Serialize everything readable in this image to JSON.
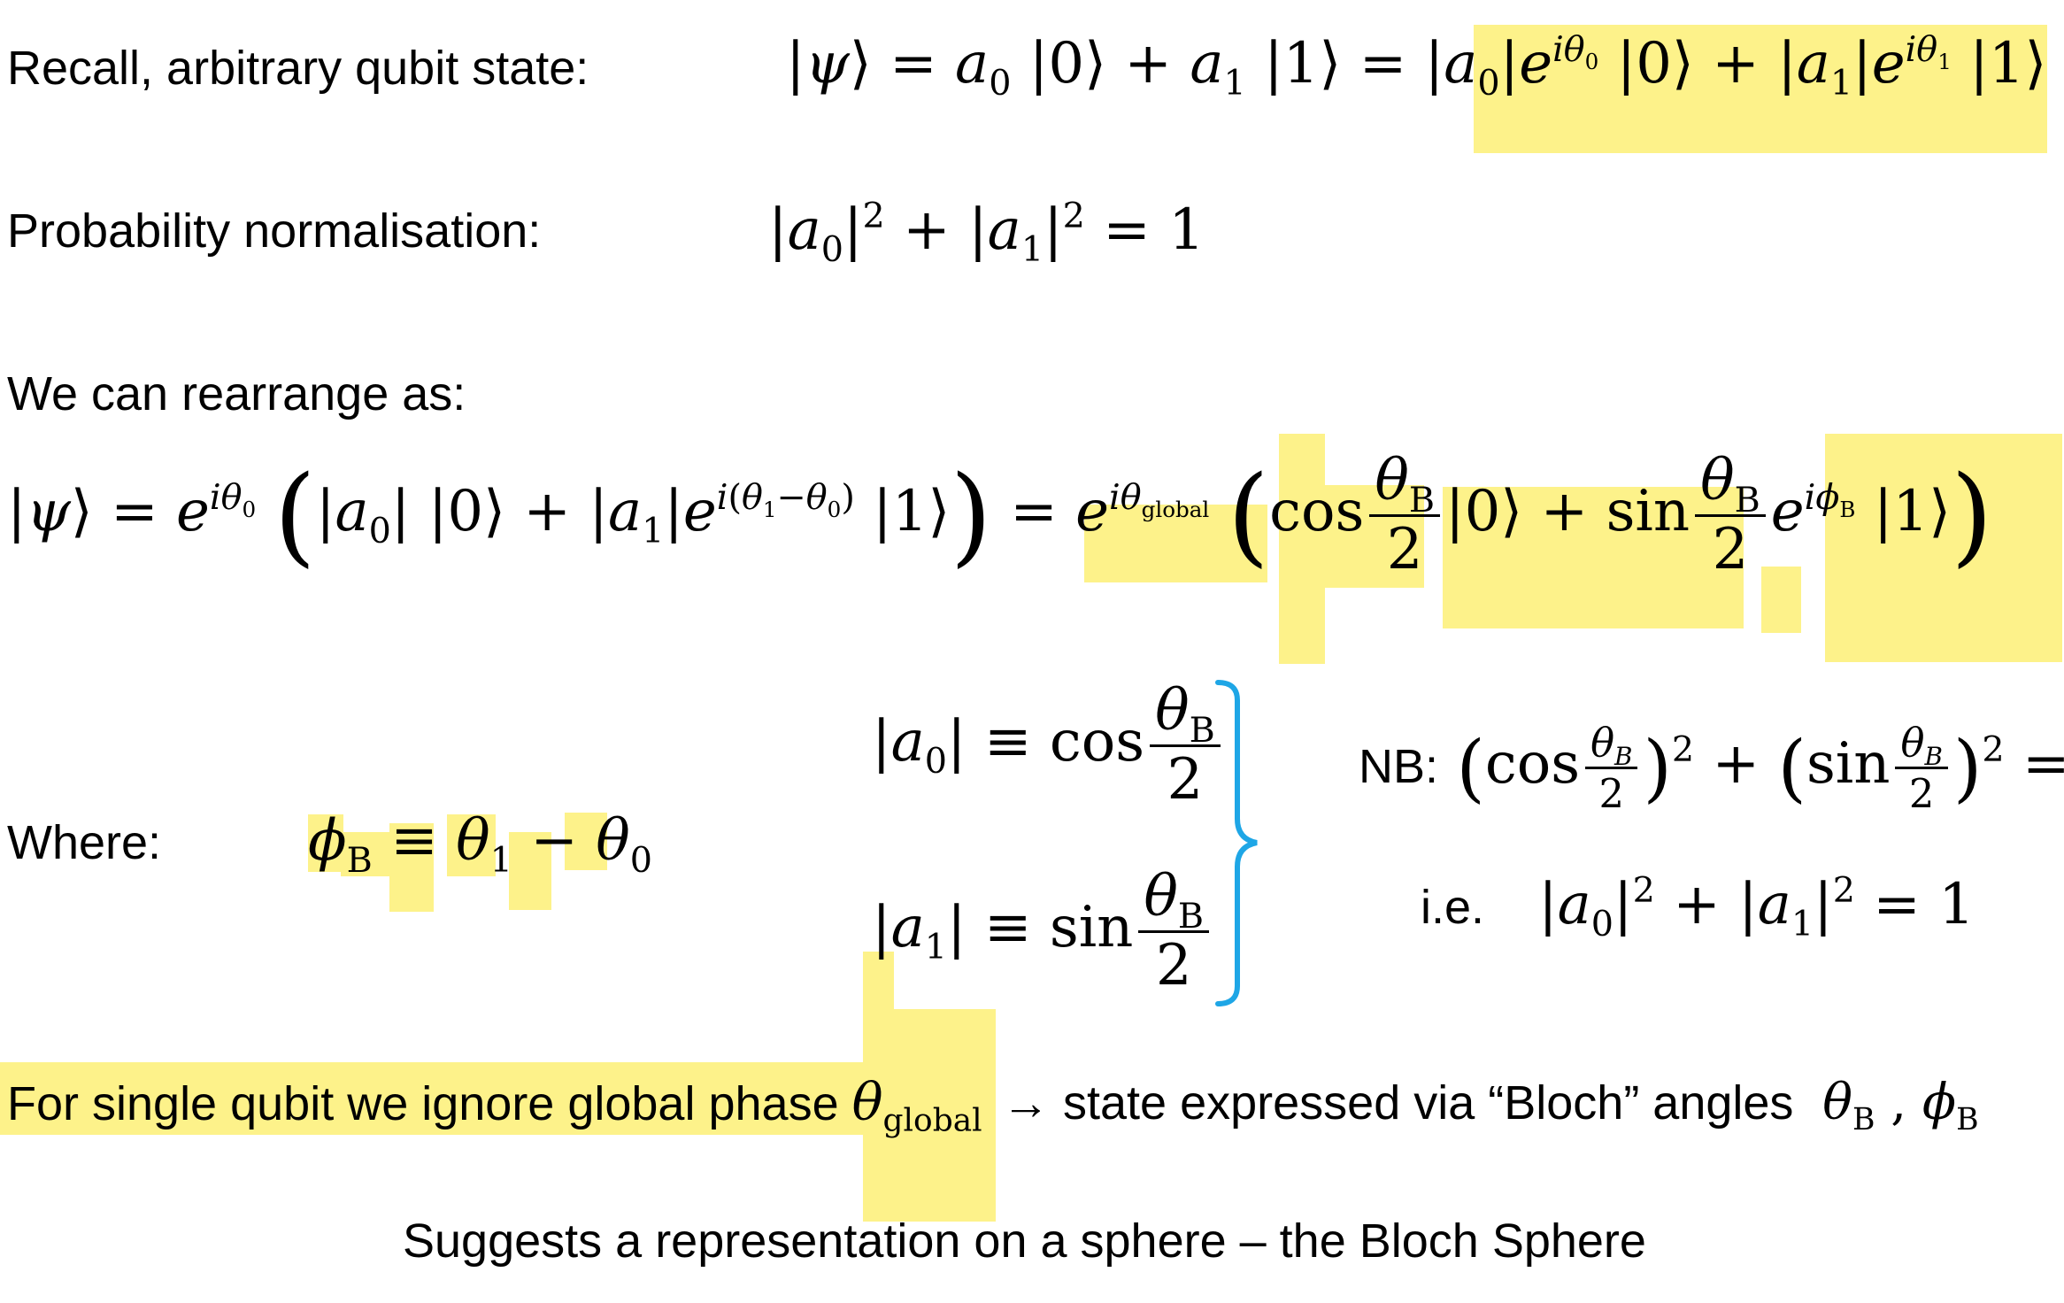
{
  "lines": {
    "recall_label": "Recall, arbitrary qubit state:",
    "prob_label": "Probability normalisation:",
    "rearrange_label": "We can rearrange as:",
    "where_label": "Where:",
    "nb_label": "NB:",
    "ie_label": "i.e.",
    "global_phase_text": "For single qubit we ignore global phase",
    "arrow_text": "→ state expressed via “Bloch” angles",
    "suggests_text": "Suggests a representation on a sphere – the Bloch Sphere"
  },
  "colors": {
    "highlight": "#fdf28a",
    "bracket": "#1ea6e6"
  }
}
